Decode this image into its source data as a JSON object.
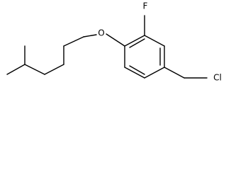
{
  "molecule": {
    "atom_labels": {
      "oxygen": "O",
      "fluorine": "F",
      "chlorine": "Cl"
    }
  }
}
